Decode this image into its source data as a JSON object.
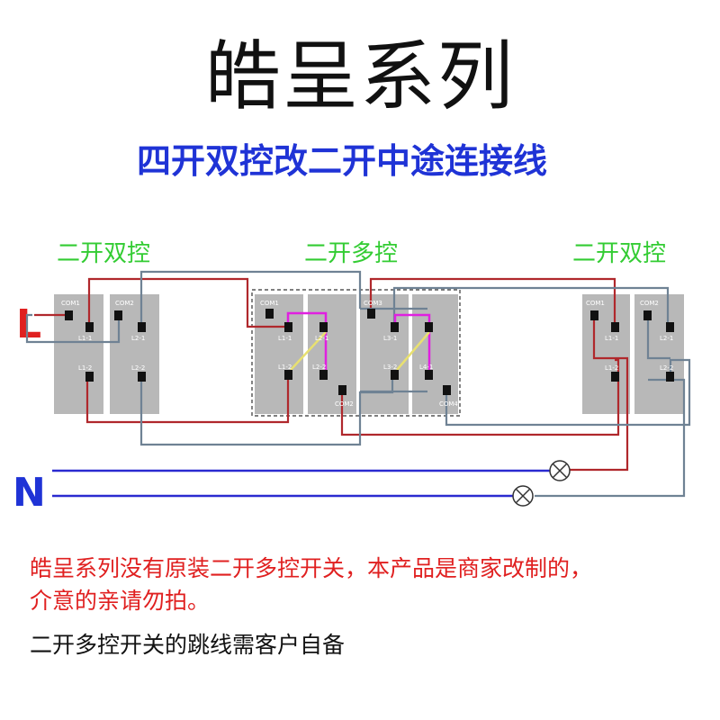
{
  "title": "皓呈系列",
  "subtitle": "四开双控改二开中途连接线",
  "diagram": {
    "group_labels": {
      "left": "二开双控",
      "middle": "二开多控",
      "right": "二开双控"
    },
    "line_L": "L",
    "line_N": "N",
    "terminals": {
      "com1": "COM1",
      "com2": "COM2",
      "com3": "COM3",
      "com4": "COM4",
      "l11": "L1-1",
      "l12": "L1-2",
      "l21": "L2-1",
      "l22": "L2-2",
      "l31": "L3-1",
      "l32": "L3-2",
      "l41": "L4-1"
    }
  },
  "notes": {
    "line1": "皓呈系列没有原装二开多控开关，本产品是商家改制的，",
    "line2": "介意的亲请勿拍。",
    "line3": "二开多控开关的跳线需客户自备"
  },
  "colors": {
    "title": "#111111",
    "subtitle": "#1f33d6",
    "group_label": "#33cc33",
    "wire_red": "#b0282c",
    "wire_gray": "#6f8294",
    "wire_blue": "#2a2ad0",
    "jumper_magenta": "#e020e0",
    "jumper_yellow": "#e8e070",
    "switch_body": "#b8b8b8",
    "warning_text": "#e02020"
  }
}
